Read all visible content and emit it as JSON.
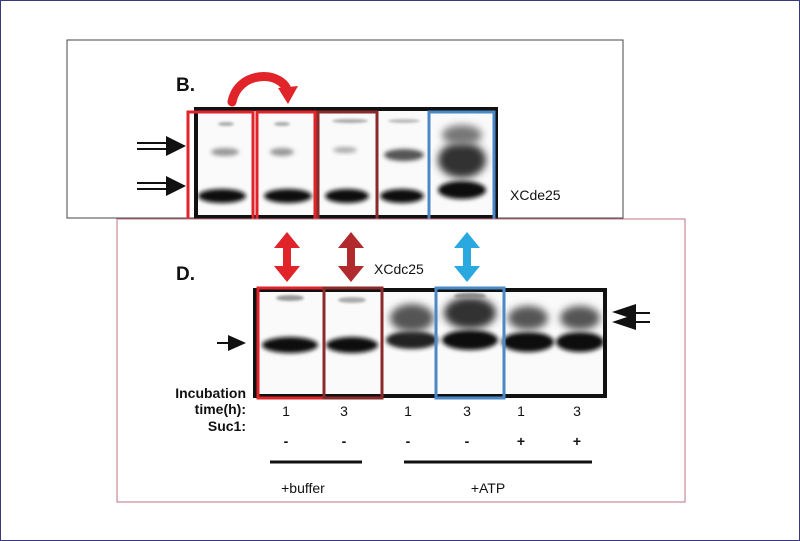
{
  "panelB": {
    "label": "B.",
    "protein_label": "XCde25"
  },
  "panelD": {
    "label": "D.",
    "protein_label": "XCdc25",
    "row_incubation_label_1": "Incubation",
    "row_incubation_label_2": "time(h):",
    "row_suc1_label": "Suc1:",
    "lanes": [
      {
        "time": "1",
        "suc1": "-"
      },
      {
        "time": "3",
        "suc1": "-"
      },
      {
        "time": "1",
        "suc1": "-"
      },
      {
        "time": "3",
        "suc1": "-"
      },
      {
        "time": "1",
        "suc1": "+"
      },
      {
        "time": "3",
        "suc1": "+"
      }
    ],
    "group_buffer": "+buffer",
    "group_atp": "+ATP"
  },
  "colors": {
    "red": "#e0242a",
    "dark_red": "#8b2a2a",
    "blue": "#4a88c8",
    "cyan": "#2aa8e0"
  }
}
